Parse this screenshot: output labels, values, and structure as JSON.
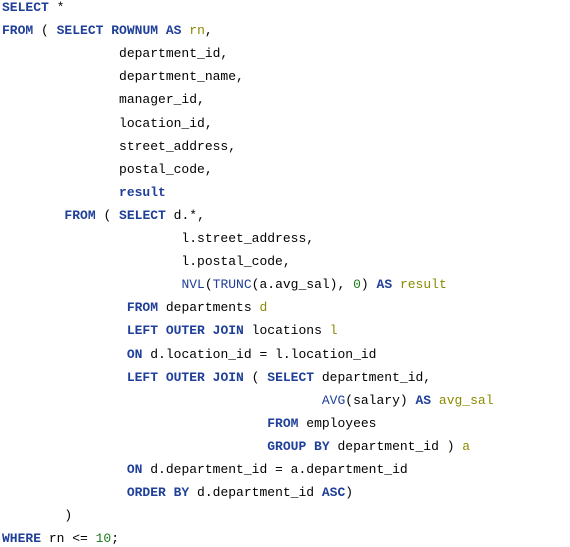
{
  "colors": {
    "keyword": "#1f3f99",
    "identifier": "#000000",
    "alias": "#8a8a00",
    "number": "#1a7a1a",
    "background": "#ffffff"
  },
  "lines": [
    [
      [
        "kw",
        "SELECT"
      ],
      [
        "id",
        " *"
      ]
    ],
    [
      [
        "kw",
        "FROM"
      ],
      [
        "id",
        " ( "
      ],
      [
        "kw",
        "SELECT"
      ],
      [
        "id",
        " "
      ],
      [
        "kw",
        "ROWNUM"
      ],
      [
        "id",
        " "
      ],
      [
        "kw",
        "AS"
      ],
      [
        "id",
        " "
      ],
      [
        "al",
        "rn"
      ],
      [
        "id",
        ","
      ]
    ],
    [
      [
        "id",
        "               department_id,"
      ]
    ],
    [
      [
        "id",
        "               department_name,"
      ]
    ],
    [
      [
        "id",
        "               manager_id,"
      ]
    ],
    [
      [
        "id",
        "               location_id,"
      ]
    ],
    [
      [
        "id",
        "               street_address,"
      ]
    ],
    [
      [
        "id",
        "               postal_code,"
      ]
    ],
    [
      [
        "id",
        "               "
      ],
      [
        "kw",
        "result"
      ]
    ],
    [
      [
        "id",
        "        "
      ],
      [
        "kw",
        "FROM"
      ],
      [
        "id",
        " ( "
      ],
      [
        "kw",
        "SELECT"
      ],
      [
        "id",
        " d.*,"
      ]
    ],
    [
      [
        "id",
        "                       l.street_address,"
      ]
    ],
    [
      [
        "id",
        "                       l.postal_code,"
      ]
    ],
    [
      [
        "id",
        "                       "
      ],
      [
        "fn",
        "NVL"
      ],
      [
        "id",
        "("
      ],
      [
        "fn",
        "TRUNC"
      ],
      [
        "id",
        "(a.avg_sal), "
      ],
      [
        "num",
        "0"
      ],
      [
        "id",
        ") "
      ],
      [
        "kw",
        "AS"
      ],
      [
        "id",
        " "
      ],
      [
        "al",
        "result"
      ]
    ],
    [
      [
        "id",
        "                "
      ],
      [
        "kw",
        "FROM"
      ],
      [
        "id",
        " departments "
      ],
      [
        "al",
        "d"
      ]
    ],
    [
      [
        "id",
        "                "
      ],
      [
        "kw",
        "LEFT OUTER JOIN"
      ],
      [
        "id",
        " locations "
      ],
      [
        "al",
        "l"
      ]
    ],
    [
      [
        "id",
        "                "
      ],
      [
        "kw",
        "ON"
      ],
      [
        "id",
        " d.location_id = l.location_id"
      ]
    ],
    [
      [
        "id",
        "                "
      ],
      [
        "kw",
        "LEFT OUTER JOIN"
      ],
      [
        "id",
        " ( "
      ],
      [
        "kw",
        "SELECT"
      ],
      [
        "id",
        " department_id,"
      ]
    ],
    [
      [
        "id",
        "                                         "
      ],
      [
        "fn",
        "AVG"
      ],
      [
        "id",
        "(salary) "
      ],
      [
        "kw",
        "AS"
      ],
      [
        "id",
        " "
      ],
      [
        "al",
        "avg_sal"
      ]
    ],
    [
      [
        "id",
        "                                  "
      ],
      [
        "kw",
        "FROM"
      ],
      [
        "id",
        " employees"
      ]
    ],
    [
      [
        "id",
        "                                  "
      ],
      [
        "kw",
        "GROUP BY"
      ],
      [
        "id",
        " department_id ) "
      ],
      [
        "al",
        "a"
      ]
    ],
    [
      [
        "id",
        "                "
      ],
      [
        "kw",
        "ON"
      ],
      [
        "id",
        " d.department_id = a.department_id"
      ]
    ],
    [
      [
        "id",
        "                "
      ],
      [
        "kw",
        "ORDER BY"
      ],
      [
        "id",
        " d.department_id "
      ],
      [
        "kw",
        "ASC"
      ],
      [
        "id",
        ")"
      ]
    ],
    [
      [
        "id",
        "        )"
      ]
    ],
    [
      [
        "kw",
        "WHERE"
      ],
      [
        "id",
        " rn <= "
      ],
      [
        "num",
        "10"
      ],
      [
        "id",
        ";"
      ]
    ]
  ]
}
